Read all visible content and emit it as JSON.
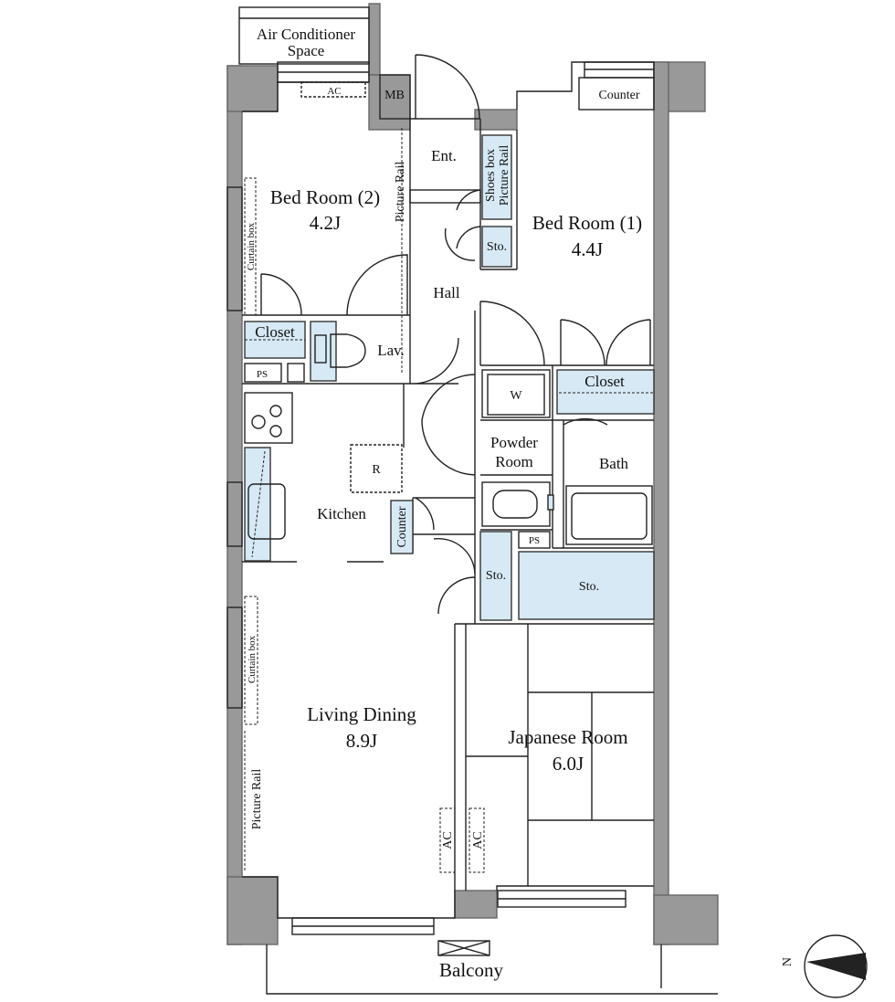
{
  "labels": {
    "ac_space": "Air Conditioner",
    "ac_space2": "Space",
    "ac_top": "AC",
    "mb": "MB",
    "counter_top": "Counter",
    "ent": "Ent.",
    "shoes_box": "Shoes box",
    "picture_rail_ent": "Picture Rail",
    "bed2_name": "Bed Room (2)",
    "bed2_size": "4.2J",
    "picture_rail_bed2": "Picture Rail",
    "curtain_box_top": "Curtain box",
    "bed1_name": "Bed Room (1)",
    "bed1_size": "4.4J",
    "sto_ent": "Sto.",
    "hall": "Hall",
    "closet_bed2": "Closet",
    "lav": "Lav.",
    "ps1": "PS",
    "w": "W",
    "closet_bed1": "Closet",
    "powder": "Powder",
    "powder2": "Room",
    "bath": "Bath",
    "r": "R",
    "kitchen": "Kitchen",
    "counter_kitchen": "Counter",
    "ps2": "PS",
    "sto_hall": "Sto.",
    "sto_big": "Sto.",
    "curtain_box_ld": "Curtain box",
    "living_name": "Living Dining",
    "living_size": "8.9J",
    "japanese_name": "Japanese Room",
    "japanese_size": "6.0J",
    "picture_rail_ld": "Picture Rail",
    "ac_ld": "AC",
    "ac_jp": "AC",
    "balcony": "Balcony",
    "north": "N"
  },
  "colors": {
    "wall": "#999999",
    "storage": "#d6e9f5",
    "line": "#222222"
  }
}
